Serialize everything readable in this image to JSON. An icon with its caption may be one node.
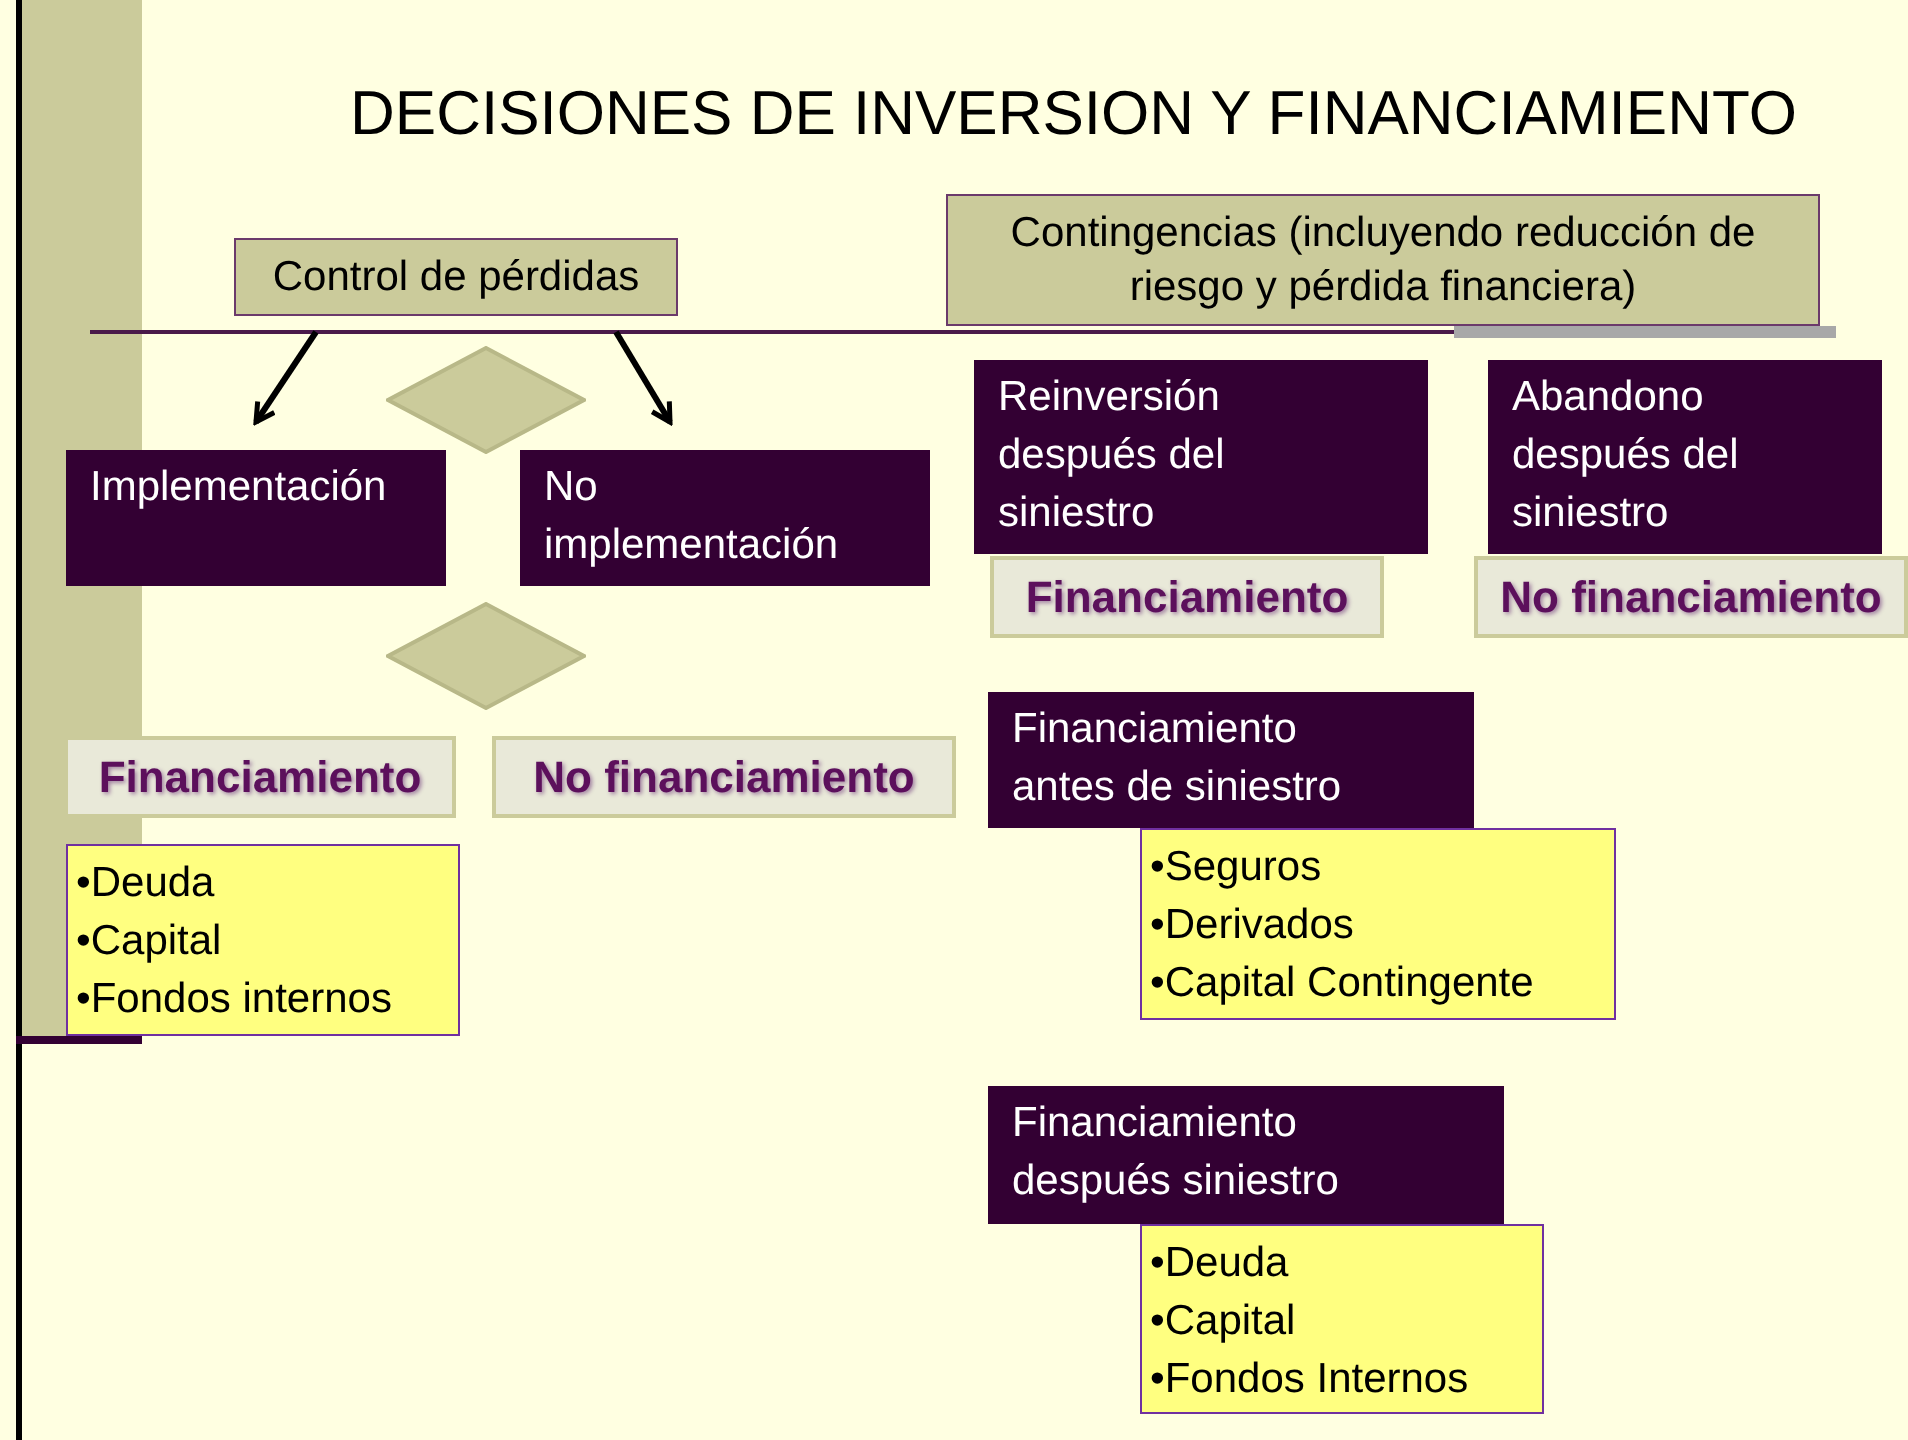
{
  "diagram": {
    "title": "DECISIONES DE INVERSION Y FINANCIAMIENTO",
    "nodes": [
      {
        "text": [
          "Control de pérdidas"
        ]
      },
      {
        "text": [
          "Contingencias (incluyendo reducción de riesgo y pérdida financiera)"
        ]
      },
      {
        "text": [],
        "shape": "diamond"
      },
      {
        "text": [
          "Implementación"
        ]
      },
      {
        "text": [
          "No implementación"
        ]
      },
      {
        "text": [],
        "shape": "diamond"
      },
      {
        "text": [
          "Financiamiento"
        ]
      },
      {
        "text": [
          "No financiamiento"
        ]
      },
      {
        "text": [
          "•Deuda",
          "•Capital",
          "•Fondos internos"
        ]
      },
      {
        "text": [
          "Reinversión después del siniestro"
        ]
      },
      {
        "text": [
          "Abandono después del siniestro"
        ]
      },
      {
        "text": [
          "Financiamiento"
        ]
      },
      {
        "text": [
          "No financiamiento"
        ]
      },
      {
        "text": [
          "Financiamiento antes de siniestro"
        ]
      },
      {
        "text": [
          "•Seguros",
          "•Derivados",
          "•Capital Contingente"
        ]
      },
      {
        "text": [
          "Financiamiento después siniestro"
        ]
      },
      {
        "text": [
          "•Deuda",
          "•Capital",
          "•Fondos Internos"
        ]
      }
    ],
    "edges": [
      {
        "from": 0,
        "to": 3,
        "arrow": "to"
      },
      {
        "from": 0,
        "to": 4,
        "arrow": "to"
      }
    ]
  }
}
